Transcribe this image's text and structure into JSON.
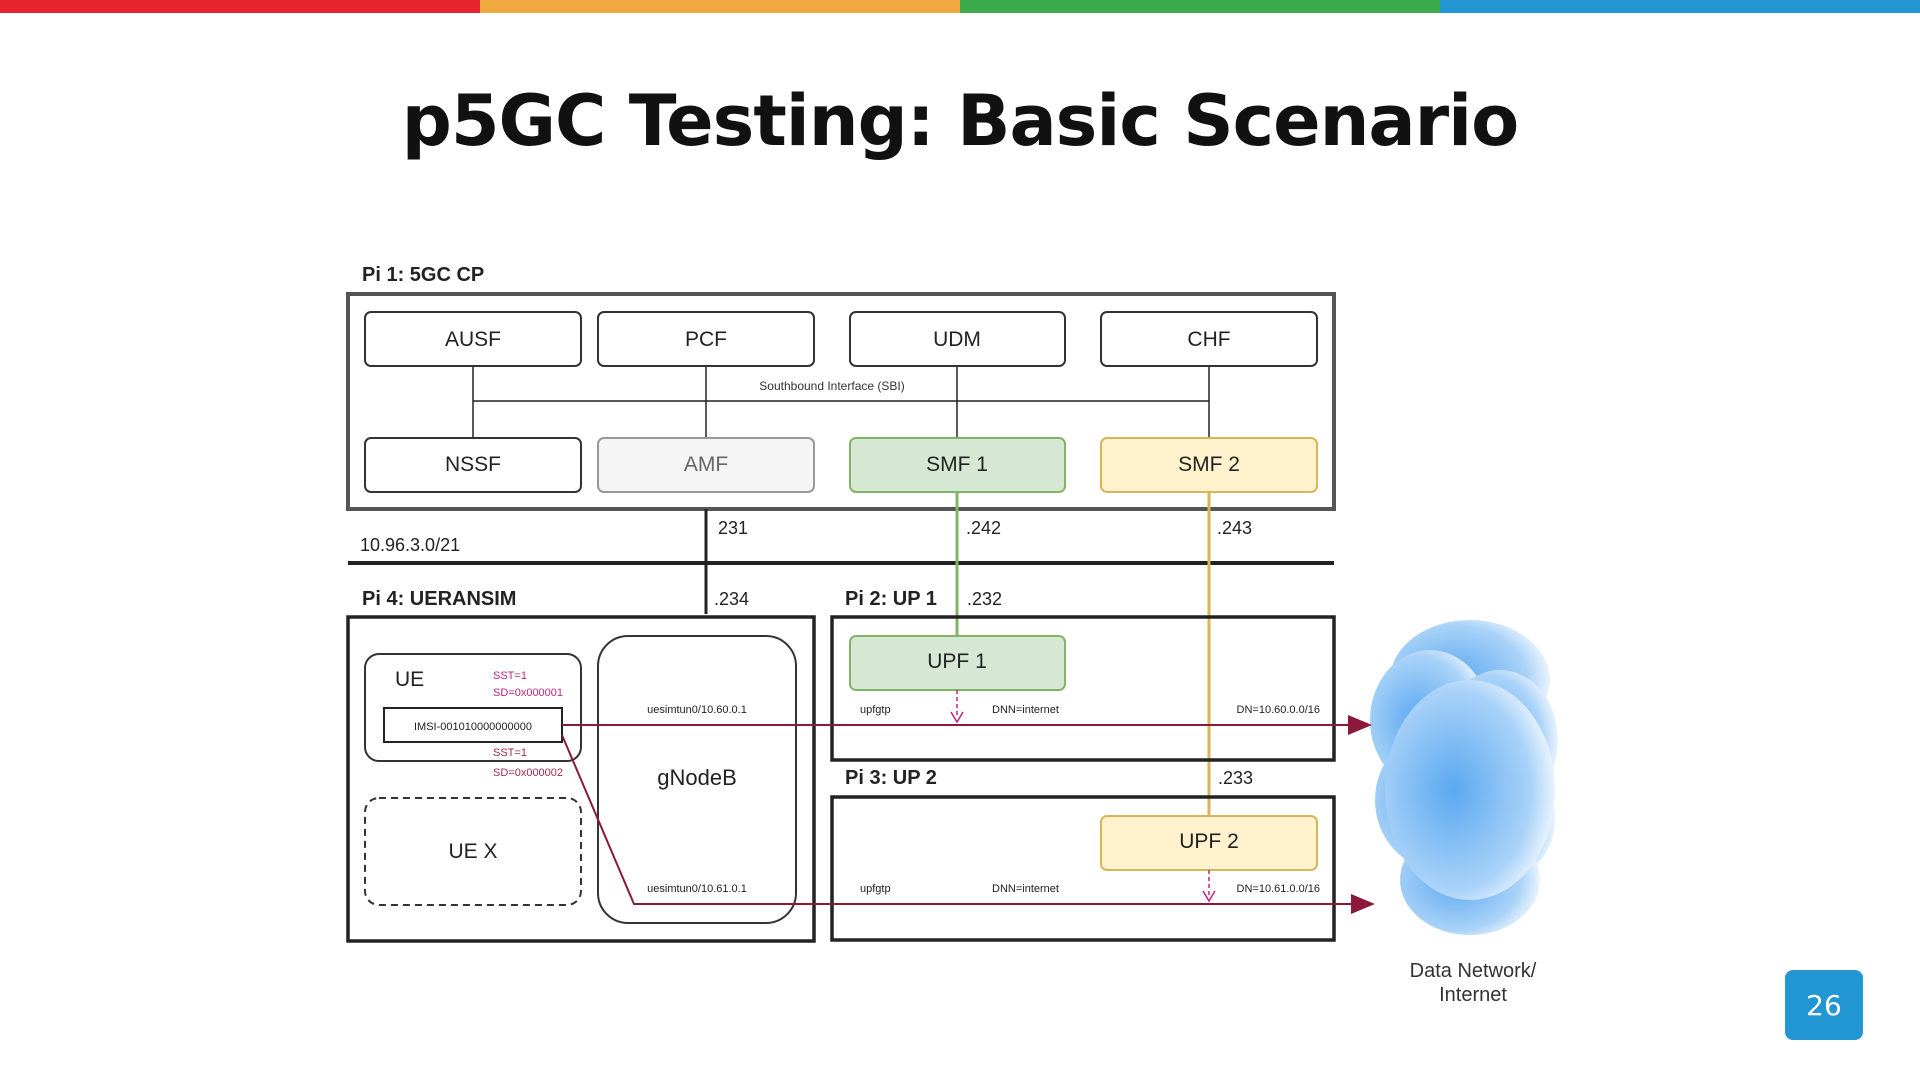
{
  "slide": {
    "title": "p5GC Testing: Basic Scenario",
    "page_number": "26",
    "topbar_colors": [
      "#e5242d",
      "#f0a93f",
      "#3bab4b",
      "#2196d3"
    ]
  },
  "diagram": {
    "pi1_label": "Pi 1: 5GC CP",
    "nf_top": [
      "AUSF",
      "PCF",
      "UDM",
      "CHF"
    ],
    "nf_bottom": [
      "NSSF",
      "AMF",
      "SMF 1",
      "SMF 2"
    ],
    "sbi_label": "Southbound Interface (SBI)",
    "subnet": "10.96.3.0/21",
    "ip_231": "231",
    "ip_242": ".242",
    "ip_243": ".243",
    "ip_234": ".234",
    "ip_232": ".232",
    "ip_233": ".233",
    "pi4_label": "Pi 4: UERANSIM",
    "pi2_label": "Pi 2: UP 1",
    "pi3_label": "Pi 3: UP 2",
    "ue_label": "UE",
    "sst1_a": "SST=1",
    "sd1_a": "SD=0x000001",
    "imsi": "IMSI-001010000000000",
    "sst1_b": "SST=1",
    "sd2": "SD=0x000002",
    "uex_label": "UE X",
    "gnb_label": "gNodeB",
    "uesimtun0": "uesimtun0/10.60.0.1",
    "uesimtun1": "uesimtun0/10.61.0.1",
    "upf1_label": "UPF 1",
    "upf2_label": "UPF 2",
    "upfgtp_1": "upfgtp",
    "upfgtp_2": "upfgtp",
    "dnn_1": "DNN=internet",
    "dnn_2": "DNN=internet",
    "dn_1": "DN=10.60.0.0/16",
    "dn_2": "DN=10.61.0.0/16",
    "cloud_label_1": "Data Network/",
    "cloud_label_2": "Internet",
    "colors": {
      "smf1_fill": "#d5e8d4",
      "smf1_stroke": "#82b366",
      "smf2_fill": "#fff2cc",
      "smf2_stroke": "#d6b656",
      "amf_fill": "#f5f5f5",
      "amf_stroke": "#999999",
      "route": "#8b1a3a",
      "sst_text": "#c0247a",
      "sd2_text": "#9e2a4a",
      "cloud": "#6fb4f2"
    }
  }
}
